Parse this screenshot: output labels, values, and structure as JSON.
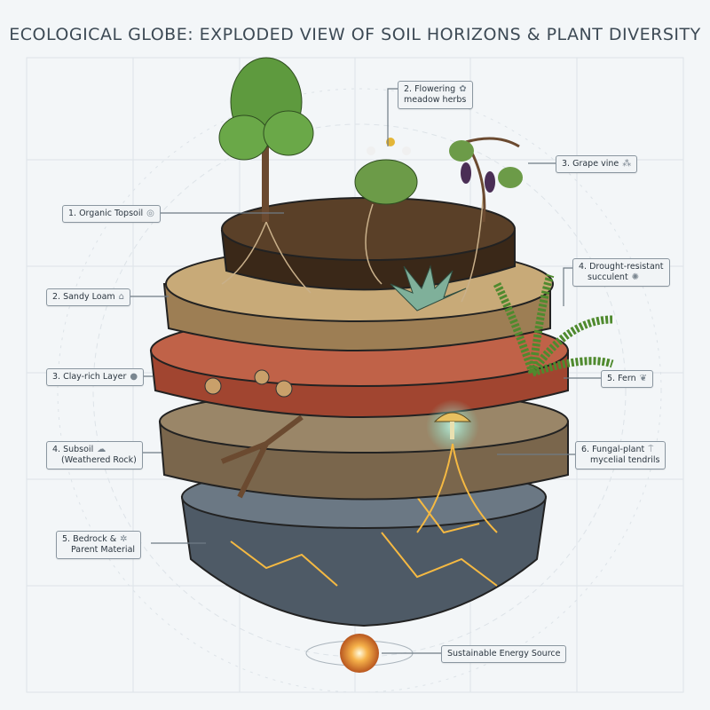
{
  "title": "ECOLOGICAL GLOBE: EXPLODED VIEW OF SOIL HORIZONS & PLANT DIVERSITY",
  "soil_labels": [
    {
      "text": "1. Organic Topsoil",
      "icon": "microbe-icon"
    },
    {
      "text": "2. Sandy Loam",
      "icon": "sand-pile-icon"
    },
    {
      "text": "3. Clay-rich Layer",
      "icon": "droplet-icon"
    },
    {
      "line1": "4. Subsoil",
      "line2": "(Weathered Rock)",
      "icon": "rocks-icon"
    },
    {
      "line1": "5. Bedrock &",
      "line2": "Parent Material",
      "icon": "cracked-rock-icon"
    }
  ],
  "plant_labels": [
    {
      "line1": "2. Flowering",
      "line2": "meadow herbs",
      "icon": "flower-icon"
    },
    {
      "text": "3. Grape vine",
      "icon": "grapes-icon"
    },
    {
      "line1": "4. Drought-resistant",
      "line2": "succulent",
      "icon": "succulent-icon"
    },
    {
      "text": "5. Fern",
      "icon": "fern-icon"
    },
    {
      "line1": "6. Fungal-plant",
      "line2": "mycelial tendrils",
      "icon": "mushroom-icon"
    }
  ],
  "energy_label": "Sustainable Energy Source",
  "colors": {
    "topsoil": "#4a3424",
    "sandy_loam": "#b89868",
    "clay": "#b3533a",
    "subsoil": "#8a7558",
    "bedrock": "#4e5a66",
    "glow": "#f5b942",
    "fungal_glow": "#7fe0c8"
  }
}
